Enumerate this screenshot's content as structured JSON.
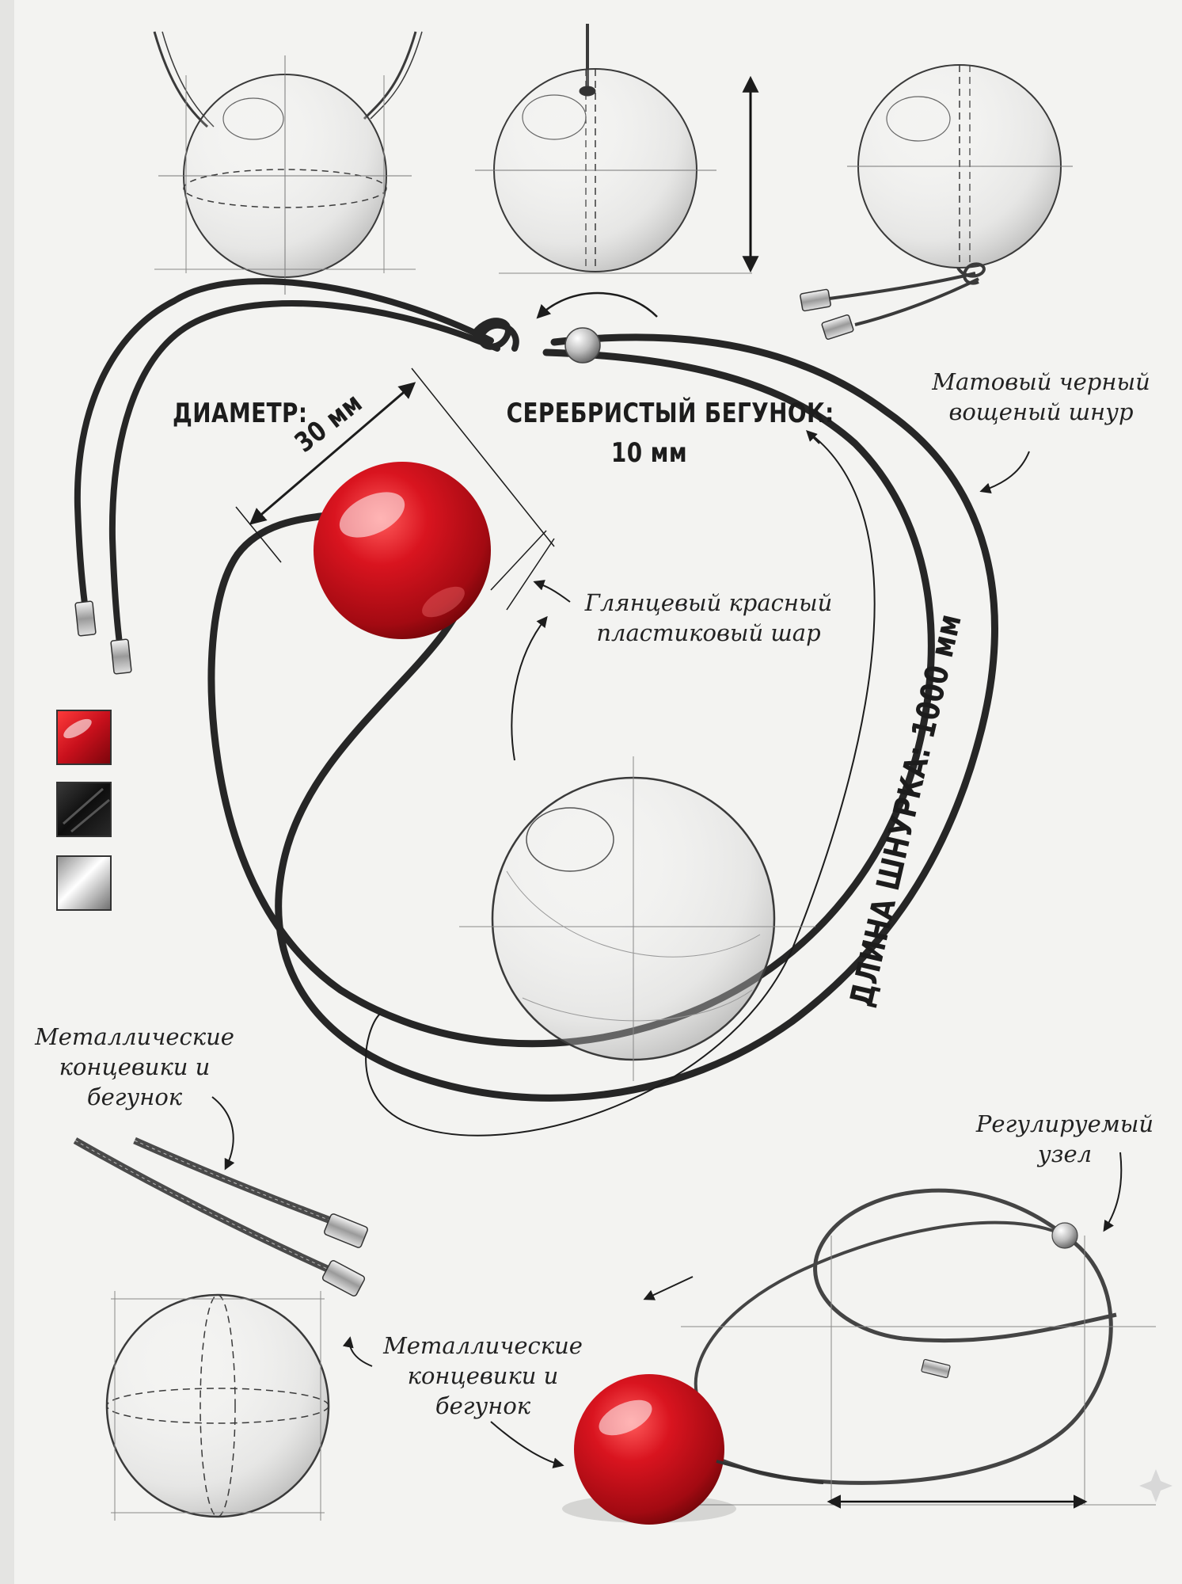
{
  "labels": {
    "diameter_title": "ДИАМЕТР:",
    "diameter_value": "30 мм",
    "slider_title": "СЕРЕБРИСТЫЙ БЕГУНОК:",
    "slider_value": "10 мм",
    "cord_line1": "Матовый черный",
    "cord_line2": "вощеный шнур",
    "ball_line1": "Глянцевый красный",
    "ball_line2": "пластиковый шар",
    "cord_length": "ДЛИНА ШНУРКА: 1000 мм",
    "tips_left_line1": "Металлические",
    "tips_left_line2": "концевики и",
    "tips_left_line3": "бегунок",
    "tips_bottom_line1": "Металлические",
    "tips_bottom_line2": "концевики и",
    "tips_bottom_line3": "бегунок",
    "knot_line1": "Регулируемый",
    "knot_line2": "узел"
  },
  "swatches": [
    {
      "name": "red-glossy",
      "color": "#c8101c"
    },
    {
      "name": "black-matte",
      "color": "#151515"
    },
    {
      "name": "silver-metal",
      "color": "#c9c9c9"
    }
  ],
  "colors": {
    "paper": "#f3f3f1",
    "ink": "#2b2b2b",
    "cord": "#262626",
    "ball_red": "#cc1420"
  }
}
